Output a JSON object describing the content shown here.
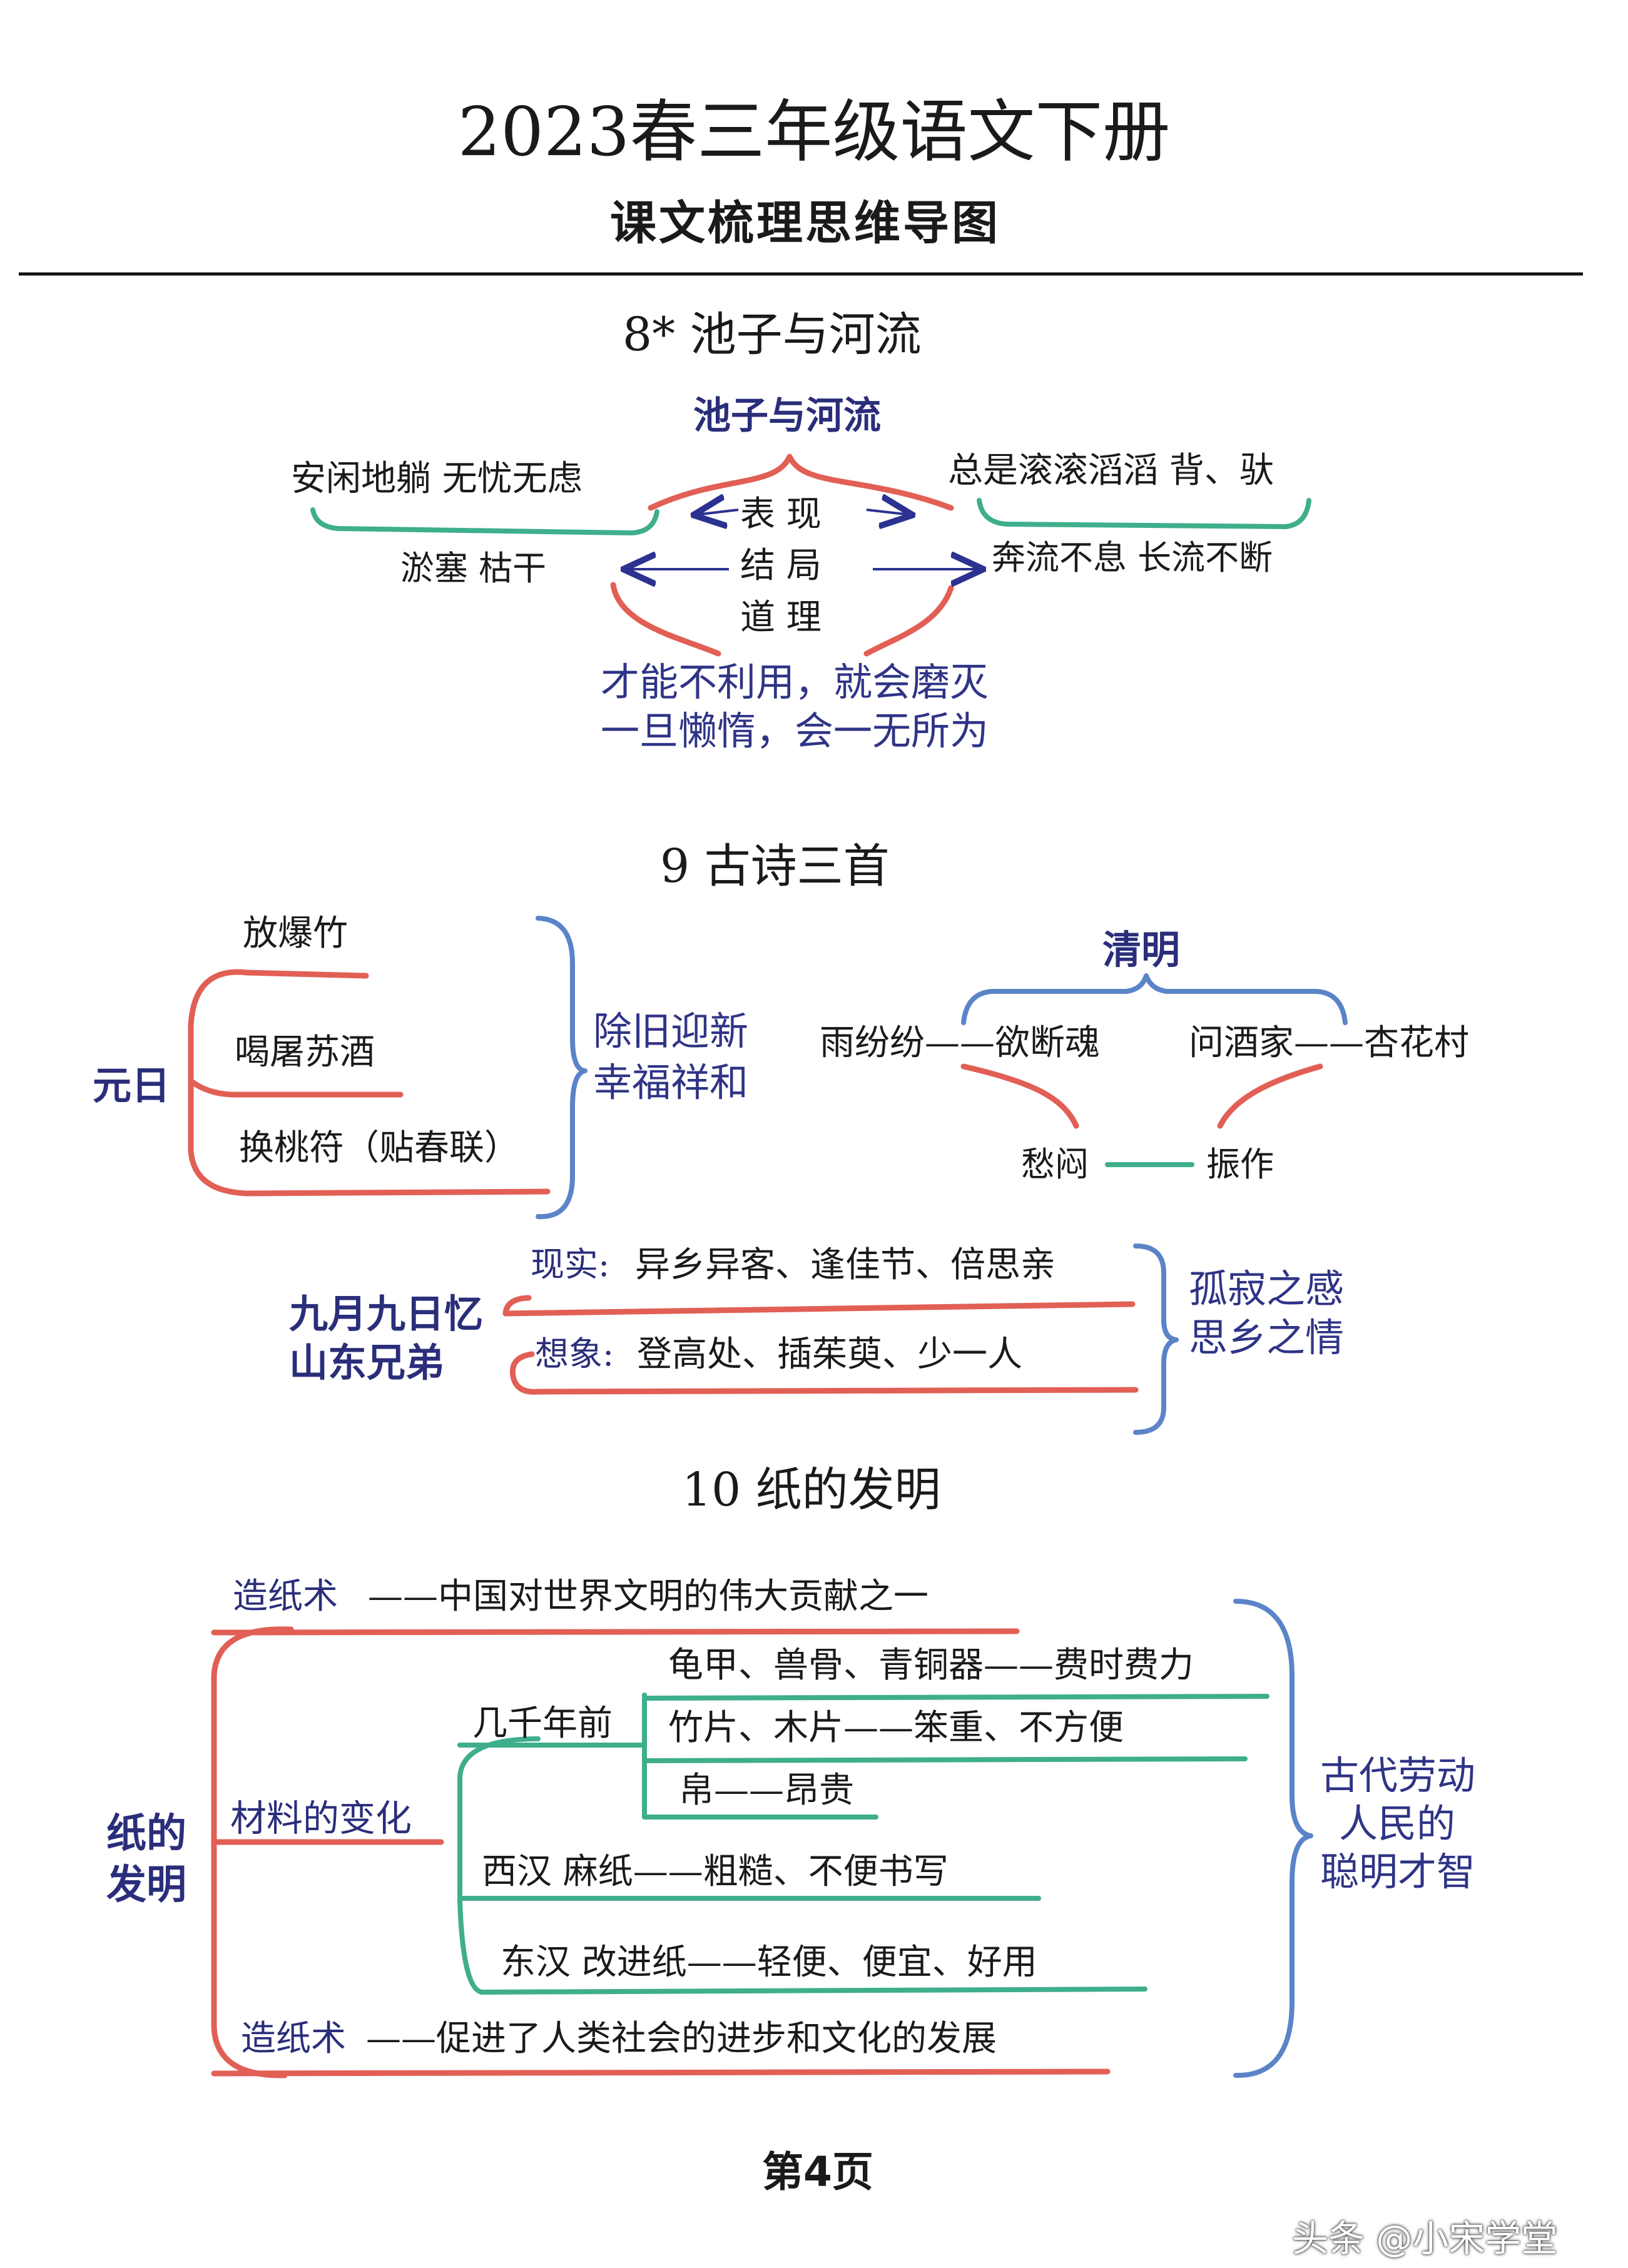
{
  "header": {
    "title": "2023春三年级语文下册",
    "subtitle": "课文梳理思维导图"
  },
  "lesson8": {
    "heading": "8*  池子与河流",
    "center": "池子与河流",
    "left_top": "安闲地躺   无忧无虑",
    "right_top": "总是滚滚滔滔   背、驮",
    "row1": "表    现",
    "row2": "结    局",
    "row3": "道    理",
    "left_mid": "淤塞  枯干",
    "right_mid": "奔流不息  长流不断",
    "moral_1": "才能不利用，就会磨灭",
    "moral_2": "一旦懒惰，会一无所为",
    "colors": {
      "center": "#2a2e7a",
      "red_line": "#e25f55",
      "teal_line": "#3fae8c"
    }
  },
  "lesson9": {
    "heading": "9  古诗三首",
    "yuanri": {
      "title": "元日",
      "items": [
        "放爆竹",
        "喝屠苏酒",
        "换桃符（贴春联）"
      ],
      "theme_1": "除旧迎新",
      "theme_2": "幸福祥和"
    },
    "qingming": {
      "title": "清明",
      "left": "雨纷纷——欲断魂",
      "right": "问酒家——杏花村",
      "bottom_left": "愁闷",
      "bottom_right": "振作"
    },
    "jiuyue": {
      "title_1": "九月九日忆",
      "title_2": "山东兄弟",
      "real_label": "现实:",
      "real_text": "异乡异客、逢佳节、倍思亲",
      "imag_label": "想象:",
      "imag_text": "登高处、插茱萸、少一人",
      "theme_1": "孤寂之感",
      "theme_2": "思乡之情"
    }
  },
  "lesson10": {
    "heading": "10  纸的发明",
    "center_1": "纸的",
    "center_2": "发明",
    "top_label": "造纸术",
    "top_text": "——中国对世界文明的伟大贡献之一",
    "material_label": "材料的变化",
    "ancient": "几千年前",
    "ancient_items": [
      "龟甲、兽骨、青铜器——费时费力",
      "竹片、木片——笨重、不方便",
      "帛——昂贵"
    ],
    "xihan": "西汉  麻纸——粗糙、不便书写",
    "donghan": "东汉  改进纸——轻便、便宜、好用",
    "bottom_label": "造纸术",
    "bottom_text": "——促进了人类社会的进步和文化的发展",
    "summary_1": "古代劳动",
    "summary_2": "人民的",
    "summary_3": "聪明才智"
  },
  "footer": {
    "page": "第4页",
    "watermark": "头条 @小宋学堂"
  }
}
